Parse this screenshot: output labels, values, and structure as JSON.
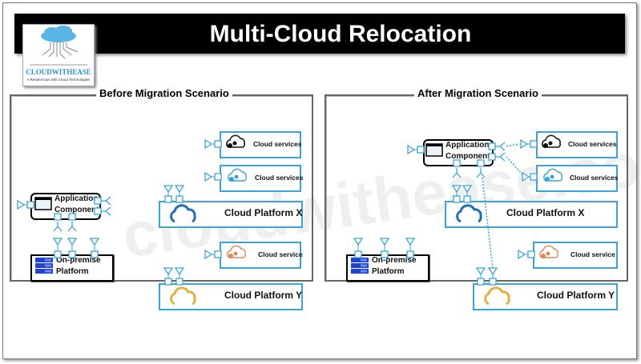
{
  "title": "Multi-Cloud Relocation",
  "logo": {
    "name": "CLOUDWITHEASE",
    "tagline": "A Rendezvous with Cloud Technologies",
    "icon": "cloud-circuit-icon"
  },
  "watermark": "cloudwithease.com",
  "colors": {
    "accent_blue": "#3aa4d8",
    "platform_x": "#1f6fb4",
    "platform_y": "#e0b040",
    "service_orange": "#e08a5a",
    "server_blue": "#2244cc"
  },
  "before": {
    "heading": "Before Migration Scenario",
    "app": "Application Component",
    "app_line1": "Application",
    "app_line2": "Component",
    "onprem_line1": "On-premise",
    "onprem_line2": "Platform",
    "services": [
      "Cloud services",
      "Cloud services",
      "Cloud service"
    ],
    "platforms": [
      "Cloud Platform X",
      "Cloud Platform Y"
    ]
  },
  "after": {
    "heading": "After Migration Scenario",
    "app_line1": "Application",
    "app_line2": "Component",
    "onprem_line1": "On-premise",
    "onprem_line2": "Platform",
    "services": [
      "Cloud services",
      "Cloud services",
      "Cloud service"
    ],
    "platforms": [
      "Cloud Platform X",
      "Cloud Platform Y"
    ]
  }
}
